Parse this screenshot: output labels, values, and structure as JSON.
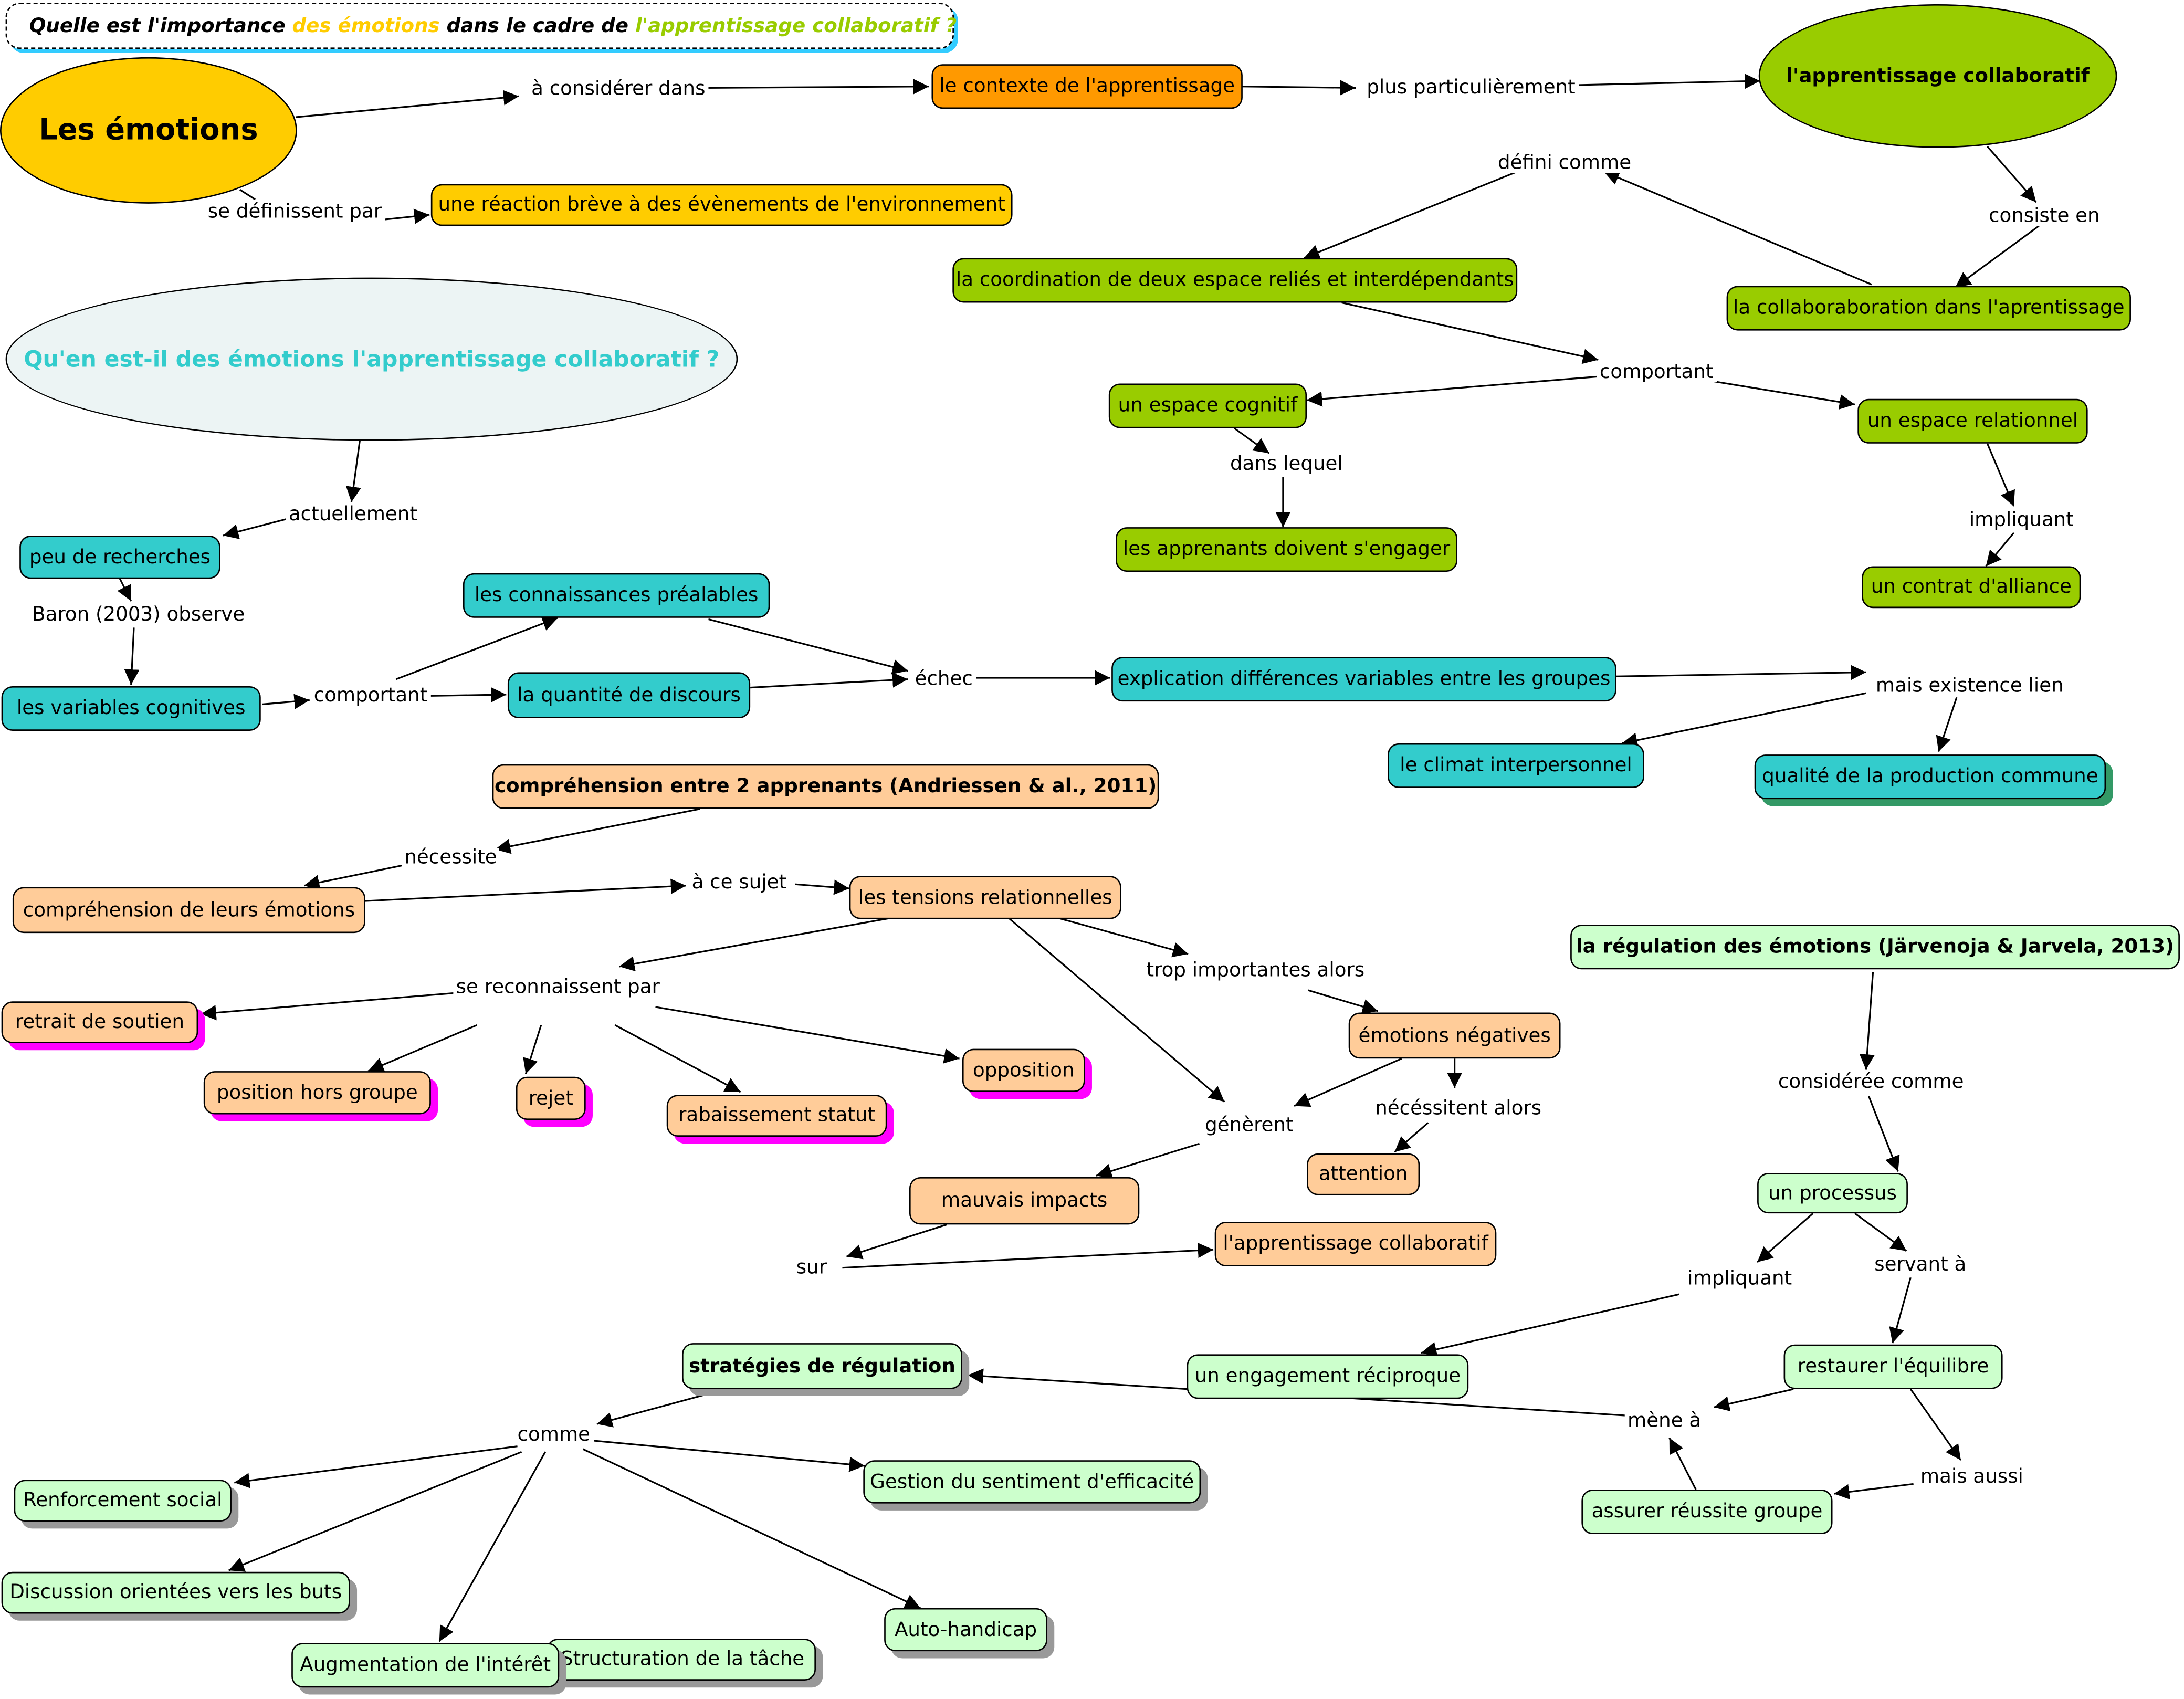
{
  "colors": {
    "yellow": "#ffcc00",
    "orange": "#ff9900",
    "green": "#99cc00",
    "teal": "#33cccc",
    "peach": "#ffcc99",
    "mint": "#ccffcc",
    "question_bubble": "#ecf4f4",
    "question_text": "#33cccc"
  },
  "title": {
    "part1": "Quelle est l'importance ",
    "part2": "des émotions",
    "part3": " dans le cadre de ",
    "part4": "l'apprentissage collaboratif ?"
  },
  "nodes": {
    "emotions": "Les émotions",
    "contexte": "le contexte de l'apprentissage",
    "appr_collab_main": "l'apprentissage collaboratif",
    "reaction": "une réaction brève à des évènements de l'environnement",
    "question": "Qu'en est-il des émotions l'apprentissage collaboratif ?",
    "coordination": "la coordination de deux espace reliés et interdépendants",
    "collaboration": "la collaboraboration dans l'aprentissage",
    "espace_cognitif": "un espace cognitif",
    "espace_relationnel": "un espace relationnel",
    "apprenants_engager": "les apprenants doivent s'engager",
    "contrat": "un contrat d'alliance",
    "peu_recherches": "peu de recherches",
    "connaissances": "les connaissances préalables",
    "variables_cognitives": "les variables cognitives",
    "quantite_discours": "la quantité de discours",
    "explication": "explication différences variables entre les groupes",
    "climat": "le climat interpersonnel",
    "qualite": "qualité de la production commune",
    "comprehension_apprenants": "compréhension entre 2 apprenants (Andriessen & al., 2011)",
    "comprehension_emotions": "compréhension de leurs émotions",
    "tensions": "les tensions relationnelles",
    "retrait": "retrait de soutien",
    "position": "position hors groupe",
    "rejet": "rejet",
    "rabaissement": "rabaissement statut",
    "opposition": "opposition",
    "emotions_negatives": "émotions négatives",
    "attention": "attention",
    "mauvais_impacts": "mauvais impacts",
    "appr_collab_2": "l'apprentissage collaboratif",
    "regulation": "la régulation des émotions (Järvenoja & Jarvela, 2013)",
    "processus": "un processus",
    "restaurer": "restaurer l'équilibre",
    "engagement": "un engagement réciproque",
    "strategies": "stratégies de régulation",
    "assurer": "assurer réussite groupe",
    "renforcement": "Renforcement social",
    "discussion": "Discussion orientées vers les buts",
    "augmentation": "Augmentation de l'intérêt",
    "structuration": "Structuration de la tâche",
    "auto_handicap": "Auto-handicap",
    "gestion": "Gestion du sentiment d'efficacité"
  },
  "labels": {
    "a_considerer": "à considérer dans",
    "plus_particulierement": "plus particulièrement",
    "se_definissent": "se définissent par",
    "defini_comme": "défini comme",
    "consiste_en": "consiste en",
    "comportant_1": "comportant",
    "dans_lequel": "dans lequel",
    "impliquant_1": "impliquant",
    "actuellement": "actuellement",
    "baron": "Baron (2003) observe",
    "comportant_2": "comportant",
    "echec": "échec",
    "mais_existence": "mais existence lien",
    "necessite": "nécessite",
    "a_ce_sujet": "à ce sujet",
    "se_reconnaissent": "se reconnaissent par",
    "trop_importantes": "trop importantes alors",
    "generent": "génèrent",
    "necessitent": "nécéssitent alors",
    "sur": "sur",
    "consideree": "considérée comme",
    "impliquant_2": "impliquant",
    "servant": "servant à",
    "mene": "mène à",
    "mais_aussi": "mais aussi",
    "comme": "comme"
  }
}
